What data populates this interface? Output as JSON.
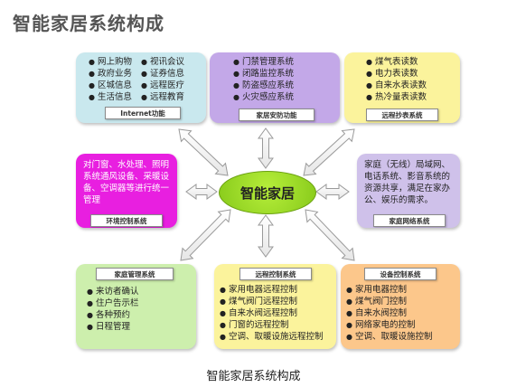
{
  "title": "智能家居系统构成",
  "center": "智能家居",
  "caption": "智能家居系统构成",
  "boxes": {
    "internet": {
      "label": "Internet功能",
      "col1": [
        "网上购物",
        "政府业务",
        "区城信息",
        "生活信息"
      ],
      "col2": [
        "视讯会议",
        "证券信息",
        "远程医疗",
        "远程教育"
      ]
    },
    "security": {
      "label": "家居安防功能",
      "items": [
        "门禁管理系统",
        "闭路监控系统",
        "防盗感应系统",
        "火灾感应系统"
      ]
    },
    "meter": {
      "label": "远程抄表系统",
      "items": [
        "煤气表读数",
        "电力表读数",
        "自来水表读数",
        "热冷量表读数"
      ]
    },
    "env": {
      "label": "环境控制系统",
      "text": "对门窗、水处理、照明系统通风设备、采暖设备、空调器等进行统一管理"
    },
    "network": {
      "label": "家庭网络系统",
      "text": "家庭（无线）局域网、电话系统、影音系统的资源共享，满足在家办公、娱乐的需求。"
    },
    "manage": {
      "label": "家庭管理系统",
      "items": [
        "来访者确认",
        "住户告示栏",
        "各种预约",
        "日程管理"
      ]
    },
    "remote": {
      "label": "远程控制系统",
      "items": [
        "家用电器远程控制",
        "煤气阀门远程控制",
        "自来水阀远程控制",
        "门窗的远程控制",
        "空调、取暖设施远程控制"
      ]
    },
    "device": {
      "label": "设备控制系统",
      "items": [
        "家用电器控制",
        "煤气阀门控制",
        "自来水阀控制",
        "网络家电的控制",
        "空调、取暖设施控制"
      ]
    }
  }
}
